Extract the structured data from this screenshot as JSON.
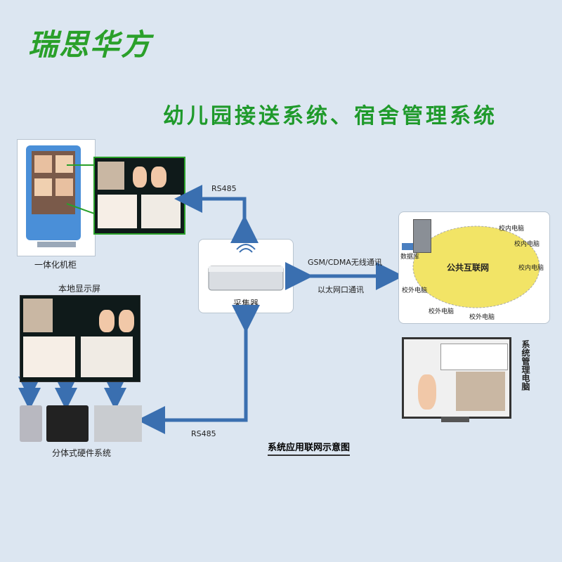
{
  "brand": {
    "name": "瑞思华方"
  },
  "headline": "幼儿园接送系统、宿舍管理系统",
  "devices": {
    "kiosk_label": "一体化机柜",
    "local_display_label": "本地显示屏",
    "collector_label": "采集器",
    "split_hardware_label": "分体式硬件系统"
  },
  "links": {
    "rs485_top": "RS485",
    "rs485_bottom": "RS485",
    "wireless": "GSM/CDMA无线通讯",
    "ethernet": "以太网口通讯"
  },
  "network": {
    "cloud_label": "公共互联网",
    "nodes": [
      {
        "label": "校内电脑"
      },
      {
        "label": "校内电脑"
      },
      {
        "label": "校内电脑"
      },
      {
        "label": "校外电脑"
      },
      {
        "label": "校外电脑"
      },
      {
        "label": "校外电脑"
      }
    ],
    "server_label": "数据库"
  },
  "management_pc_label": "系统管理电脑",
  "footer_title": "系统应用联网示意图",
  "colors": {
    "accent_green": "#2aa02a",
    "arrow_blue": "#3a6fb0",
    "cloud": "#f2e466"
  }
}
